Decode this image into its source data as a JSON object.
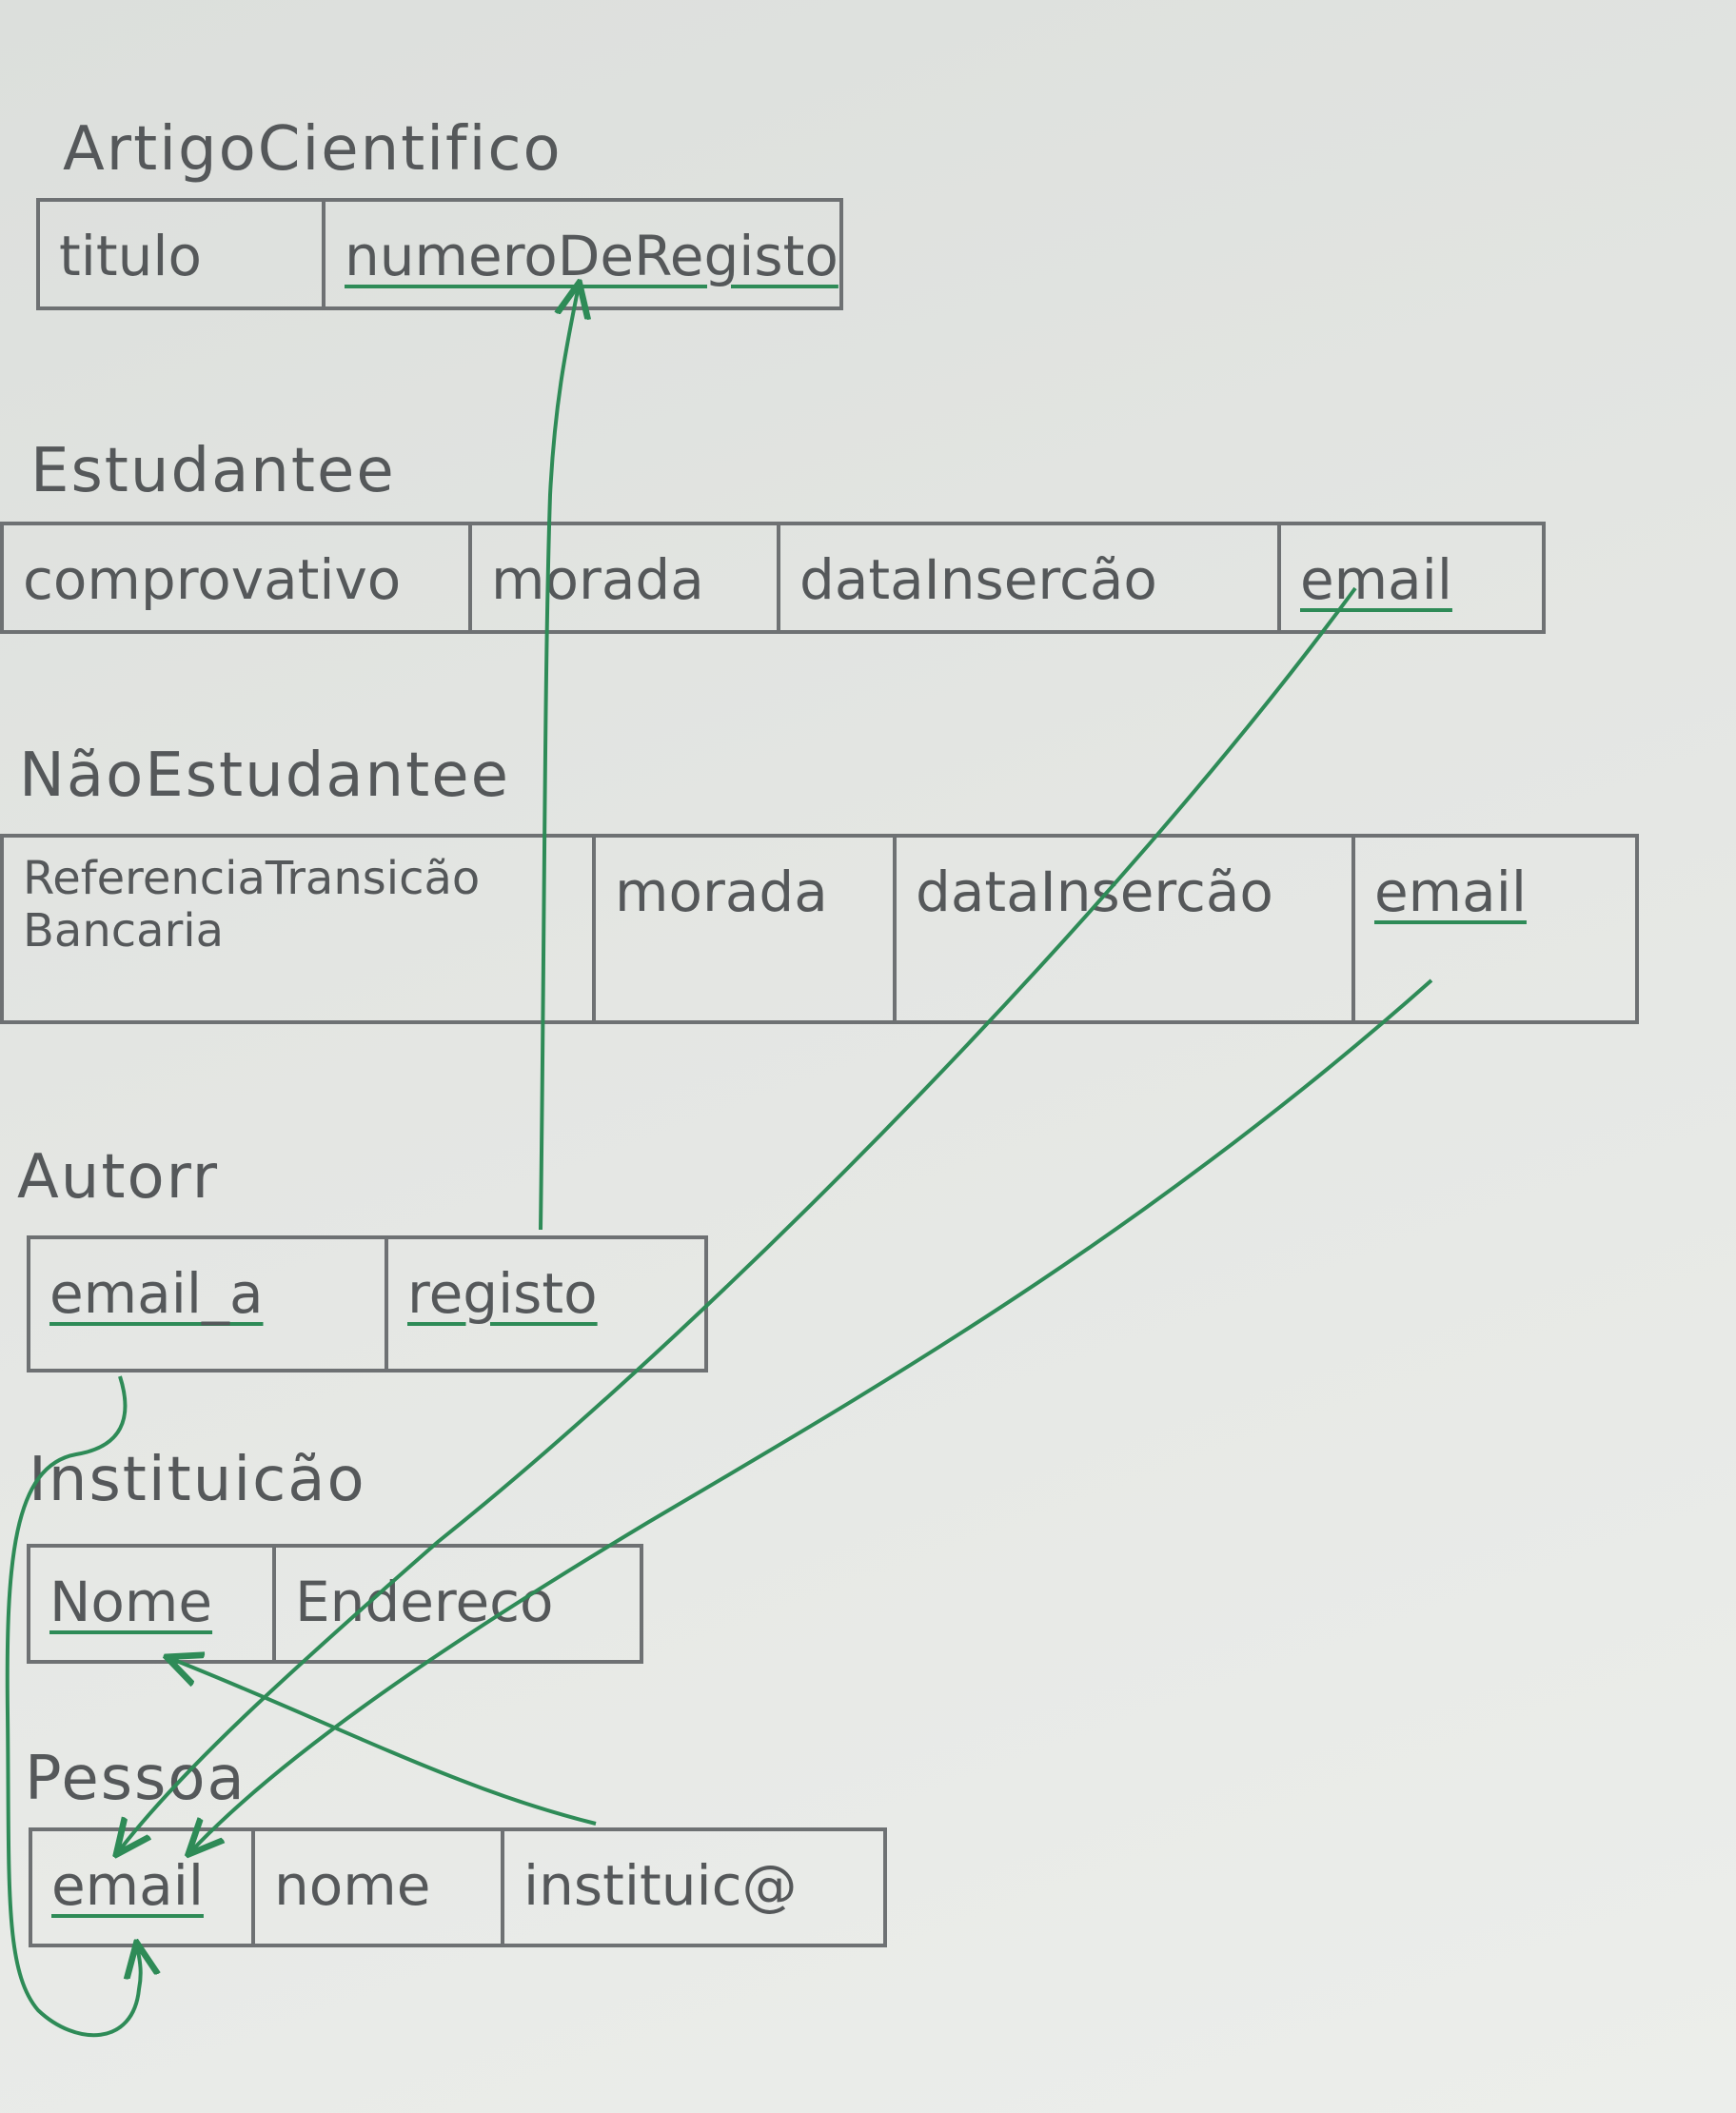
{
  "colors": {
    "ink": "#55585a",
    "fk_arrow": "#2e8b57"
  },
  "tables": {
    "artigo": {
      "name": "ArtigoCientifico",
      "attrs": [
        "titulo",
        "numeroDeRegisto"
      ]
    },
    "estudante": {
      "name": "Estudantee",
      "attrs": [
        "comprovativo",
        "morada",
        "dataInsercão",
        "email"
      ]
    },
    "nao_estudante": {
      "name": "NãoEstudantee",
      "attrs": [
        "ReferenciaTransicão Bancaria",
        "morada",
        "dataInsercão",
        "email"
      ]
    },
    "autor": {
      "name": "Autorr",
      "attrs": [
        "email_a",
        "registo"
      ]
    },
    "instituicao": {
      "name": "Instituicão",
      "attrs": [
        "Nome",
        "Endereco"
      ]
    },
    "pessoa": {
      "name": "Pessoa",
      "attrs": [
        "email",
        "nome",
        "instituic@"
      ]
    }
  }
}
